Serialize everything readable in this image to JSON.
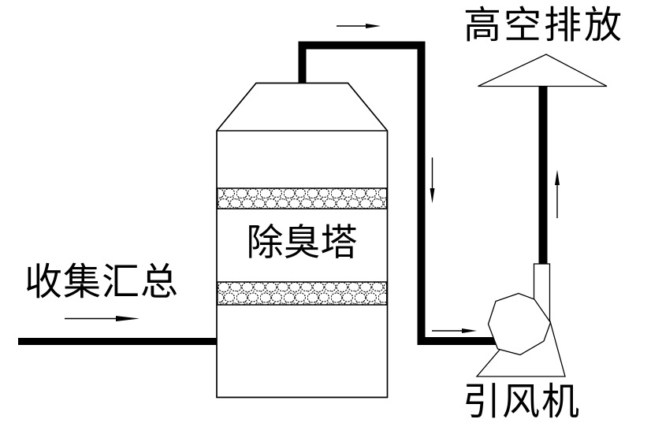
{
  "diagram": {
    "labels": {
      "collection": "收集汇总",
      "tower": "除臭塔",
      "discharge": "高空排放",
      "fan": "引风机"
    },
    "colors": {
      "line": "#000000",
      "background": "#ffffff"
    }
  },
  "diagram_data": {
    "type": "process-flow",
    "nodes": [
      {
        "id": "collection",
        "label": "收集汇总",
        "role": "odor-collection-source"
      },
      {
        "id": "tower",
        "label": "除臭塔",
        "role": "deodorizing-scrubber-tower",
        "features": [
          "packing-bed-upper",
          "packing-bed-lower"
        ]
      },
      {
        "id": "fan",
        "label": "引风机",
        "role": "induced-draft-fan"
      },
      {
        "id": "discharge",
        "label": "高空排放",
        "role": "high-altitude-discharge-stack",
        "symbol": "rain-cap"
      }
    ],
    "flows": [
      {
        "from": "collection",
        "to": "tower",
        "direction": "right"
      },
      {
        "from": "tower",
        "to": "fan",
        "direction": "up-right-down"
      },
      {
        "from": "fan",
        "to": "discharge",
        "direction": "up"
      }
    ]
  }
}
